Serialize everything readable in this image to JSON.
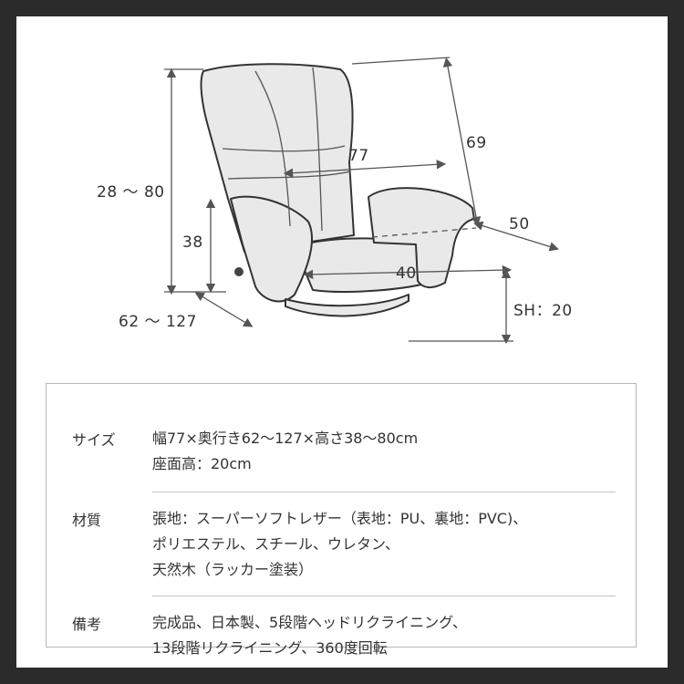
{
  "dimensions": {
    "height_range": "28 〜 80",
    "armrest_height": "38",
    "depth_range": "62 〜 127",
    "width": "77",
    "back_length": "69",
    "side_depth": "50",
    "seat_width": "40",
    "seat_height": "SH：20"
  },
  "specs": [
    {
      "label": "サイズ",
      "lines": [
        "幅77×奥行き62〜127×高さ38〜80cm",
        "座面高：20cm"
      ]
    },
    {
      "label": "材質",
      "lines": [
        "張地：スーパーソフトレザー（表地：PU、裏地：PVC)、",
        "ポリエステル、スチール、ウレタン、",
        "天然木（ラッカー塗装）"
      ]
    },
    {
      "label": "備考",
      "lines": [
        "完成品、日本製、5段階ヘッドリクライニング、",
        "13段階リクライニング、360度回転"
      ]
    }
  ],
  "colors": {
    "background": "#2b2b2b",
    "panel": "#ffffff",
    "chair_fill": "#e8e8e8",
    "chair_stroke": "#333333",
    "dim_line": "#555555"
  }
}
